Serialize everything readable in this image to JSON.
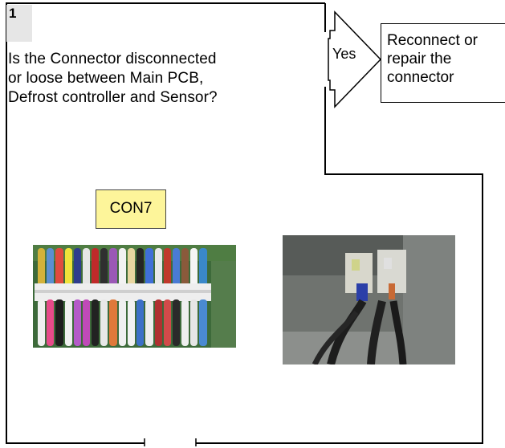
{
  "step": {
    "number": "1"
  },
  "question": {
    "lines": [
      "Is the Connector disconnected",
      "or loose between Main PCB,",
      "Defrost controller and Sensor?"
    ]
  },
  "decision": {
    "yes_label": "Yes"
  },
  "action": {
    "lines": [
      "Reconnect or",
      "repair the",
      "connector"
    ]
  },
  "connector_label": "CON7",
  "photos": [
    {
      "name": "connector-wiring-photo"
    },
    {
      "name": "sensor-connector-photo"
    }
  ],
  "colors": {
    "label_fill": "#fdf59a",
    "badge_fill": "#e6e6e6",
    "line": "#000000"
  }
}
